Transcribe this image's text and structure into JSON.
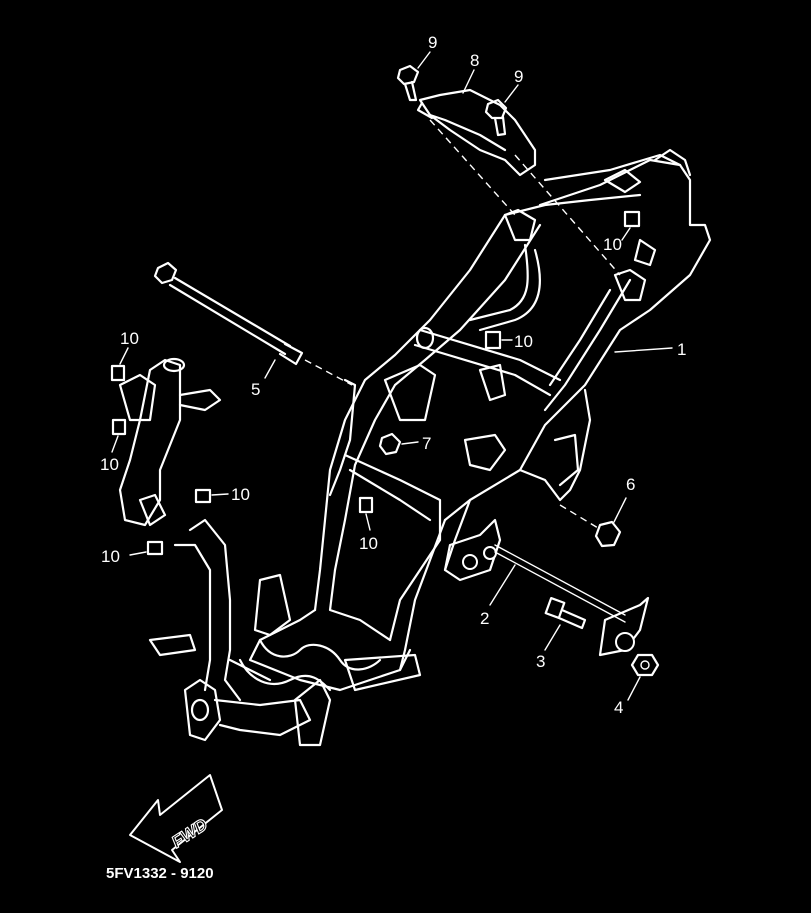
{
  "diagram": {
    "callouts": [
      {
        "id": "1",
        "label": "1"
      },
      {
        "id": "2",
        "label": "2"
      },
      {
        "id": "3",
        "label": "3"
      },
      {
        "id": "4",
        "label": "4"
      },
      {
        "id": "5",
        "label": "5"
      },
      {
        "id": "6",
        "label": "6"
      },
      {
        "id": "7",
        "label": "7"
      },
      {
        "id": "8",
        "label": "8"
      },
      {
        "id": "9",
        "label": "9"
      },
      {
        "id": "10",
        "label": "10"
      }
    ],
    "direction_label": "FWD",
    "figure_code": "5FV1332 - 9120"
  },
  "colors": {
    "background": "#000000",
    "linework": "#ffffff"
  }
}
